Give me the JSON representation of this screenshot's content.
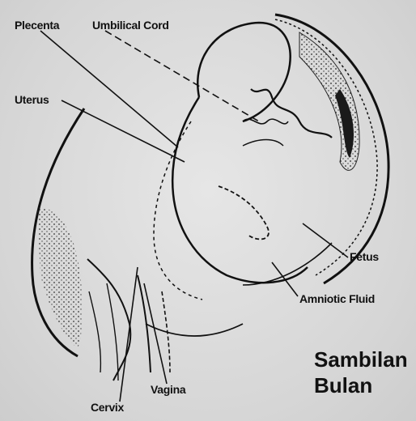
{
  "labels": {
    "placenta": "Plecenta",
    "umbilical_cord": "Umbilical Cord",
    "uterus": "Uterus",
    "fetus": "Fetus",
    "amniotic_fluid": "Amniotic Fluid",
    "vagina": "Vagina",
    "cervix": "Cervix"
  },
  "caption": {
    "line1": "Sambilan",
    "line2": "Bulan"
  }
}
